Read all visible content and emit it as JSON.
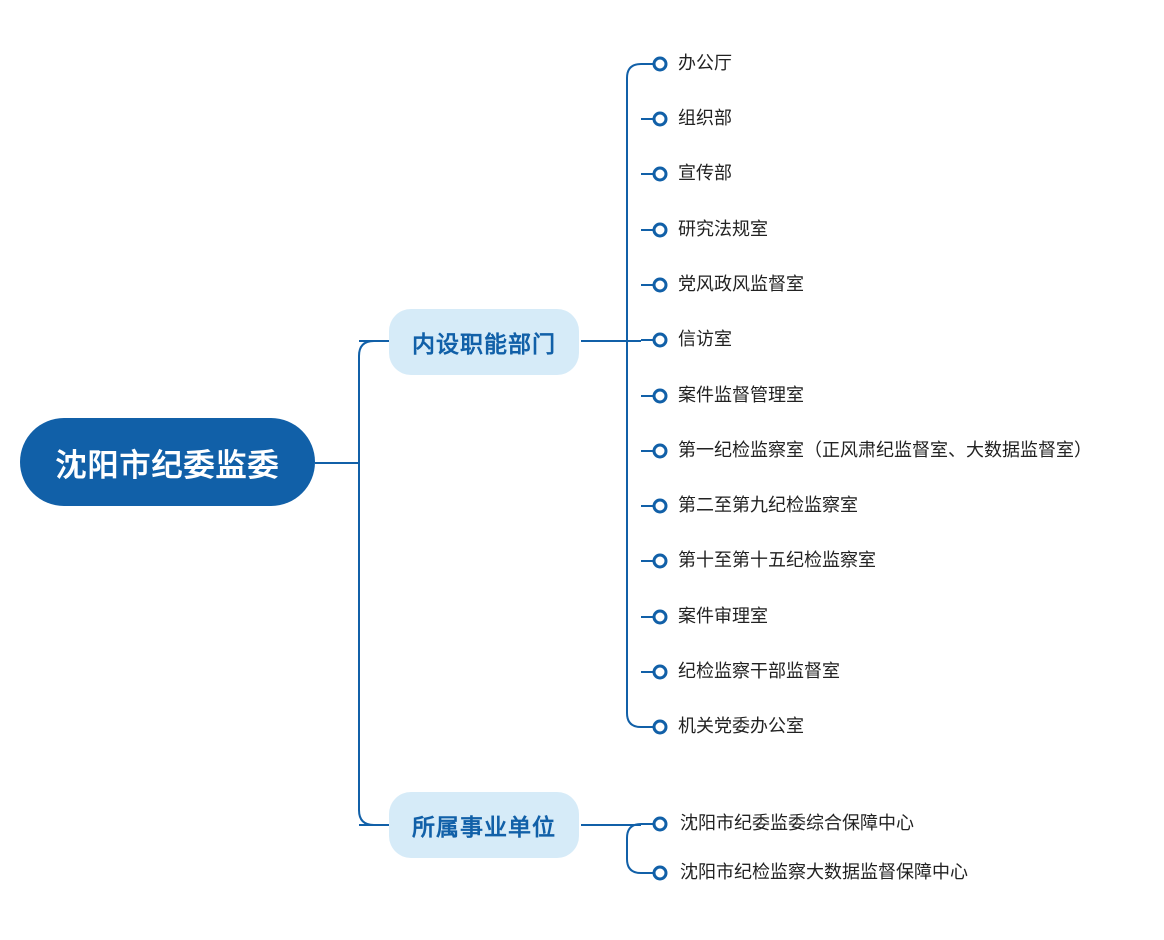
{
  "root": {
    "label": "沈阳市纪委监委"
  },
  "branches": [
    {
      "label": "内设职能部门",
      "children": [
        "办公厅",
        "组织部",
        "宣传部",
        "研究法规室",
        "党风政风监督室",
        "信访室",
        "案件监督管理室",
        "第一纪检监察室（正风肃纪监督室、大数据监督室）",
        "第二至第九纪检监察室",
        "第十至第十五纪检监察室",
        "案件审理室",
        "纪检监察干部监督室",
        "机关党委办公室"
      ]
    },
    {
      "label": "所属事业单位",
      "children": [
        "沈阳市纪委监委综合保障中心",
        "沈阳市纪检监察大数据监督保障中心"
      ]
    }
  ],
  "colors": {
    "root": "#1160a8",
    "branch_bg": "#d6ebf8",
    "line": "#1160a8"
  }
}
